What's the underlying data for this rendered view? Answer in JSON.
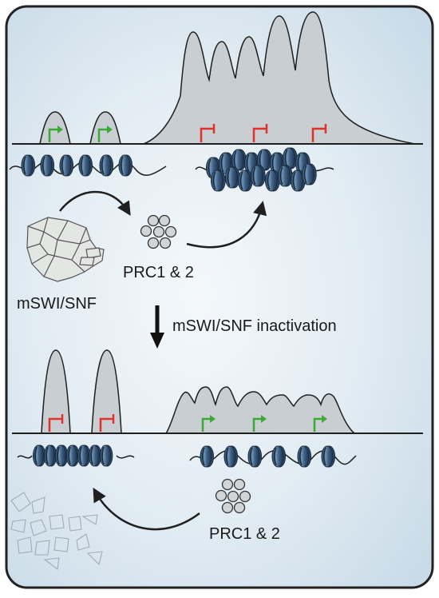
{
  "labels": {
    "prc_top": "PRC1 & 2",
    "mswi_snf": "mSWI/SNF",
    "inactivation": "mSWI/SNF inactivation",
    "prc_bottom": "PRC1 & 2"
  },
  "colors": {
    "panel_fill": "#d9e6f0",
    "peak_fill": "#c9ced3",
    "outline": "#1f1f1f",
    "active_arrow": "#3aaa35",
    "repressed_mark": "#e0312b",
    "nucleosome": "#4a6d90"
  },
  "icons": {
    "active_promoter": "green-bent-arrow",
    "repressed_promoter": "red-t-bar",
    "nucleosome": "nucleosome-disc",
    "complex": "mswi-snf-complex",
    "polycomb": "prc-circles"
  }
}
